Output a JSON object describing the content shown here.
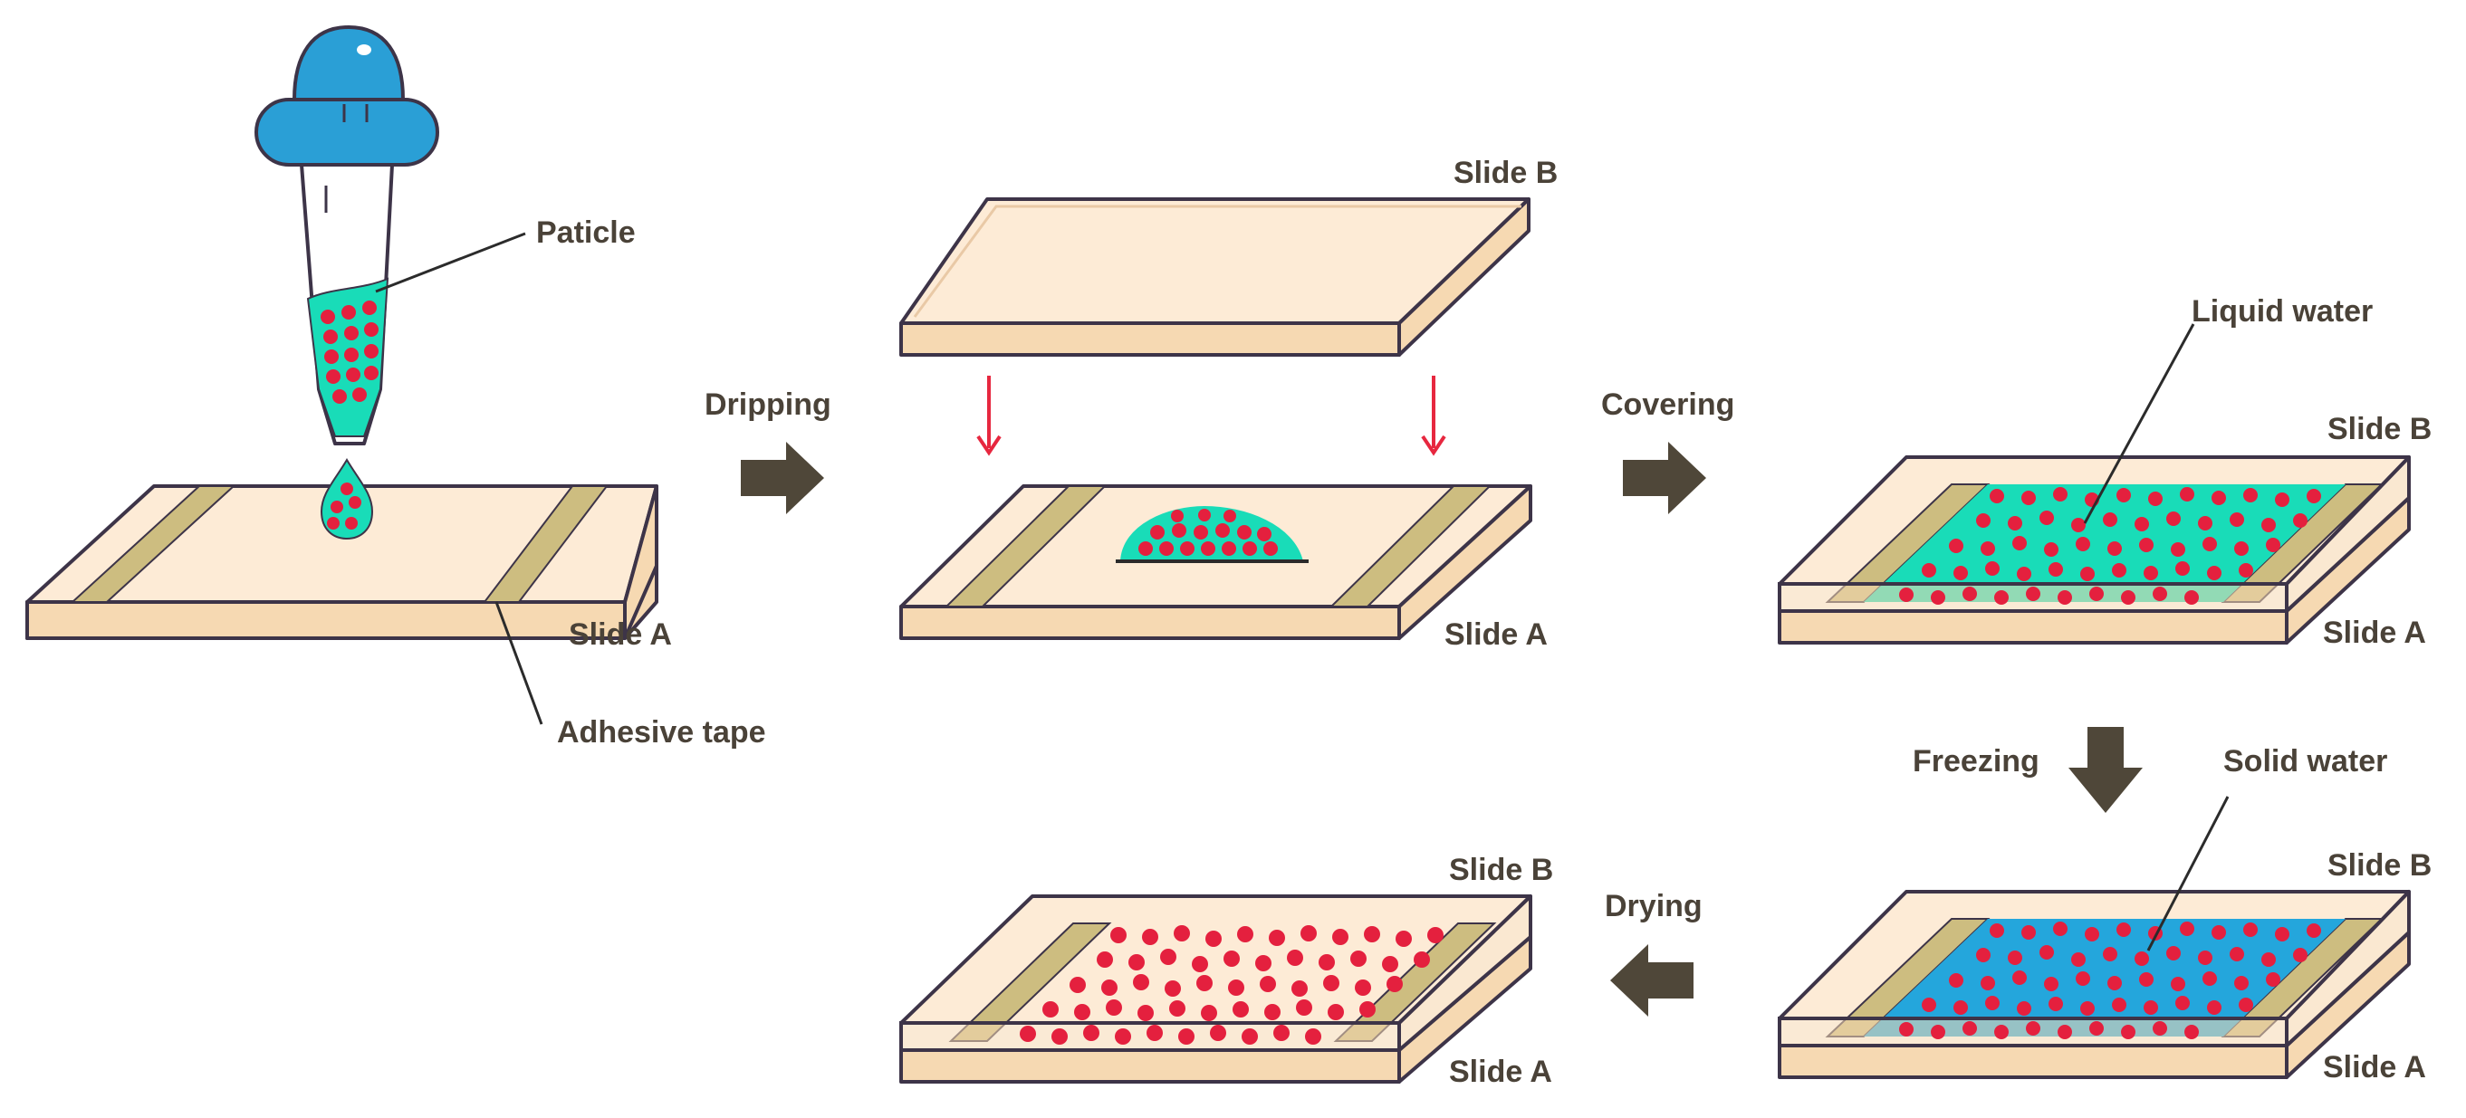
{
  "labels": {
    "particle": "Paticle",
    "adhesive_tape": "Adhesive tape",
    "slide_a": "Slide A",
    "slide_b": "Slide B",
    "liquid_water": "Liquid water",
    "solid_water": "Solid water"
  },
  "steps": {
    "dripping": "Dripping",
    "covering": "Covering",
    "freezing": "Freezing",
    "drying": "Drying"
  },
  "colors": {
    "slide_face": "#fdebd6",
    "slide_side": "#f6d9b2",
    "slide_outline": "#3d3448",
    "tape": "#cdbd80",
    "liquid": "#19dcb8",
    "solid": "#24a6dc",
    "particle": "#e4203e",
    "dropper_bulb": "#2a9fd6",
    "arrow_big": "#4f4739",
    "arrow_red": "#e7273f",
    "text": "#4a4238"
  }
}
